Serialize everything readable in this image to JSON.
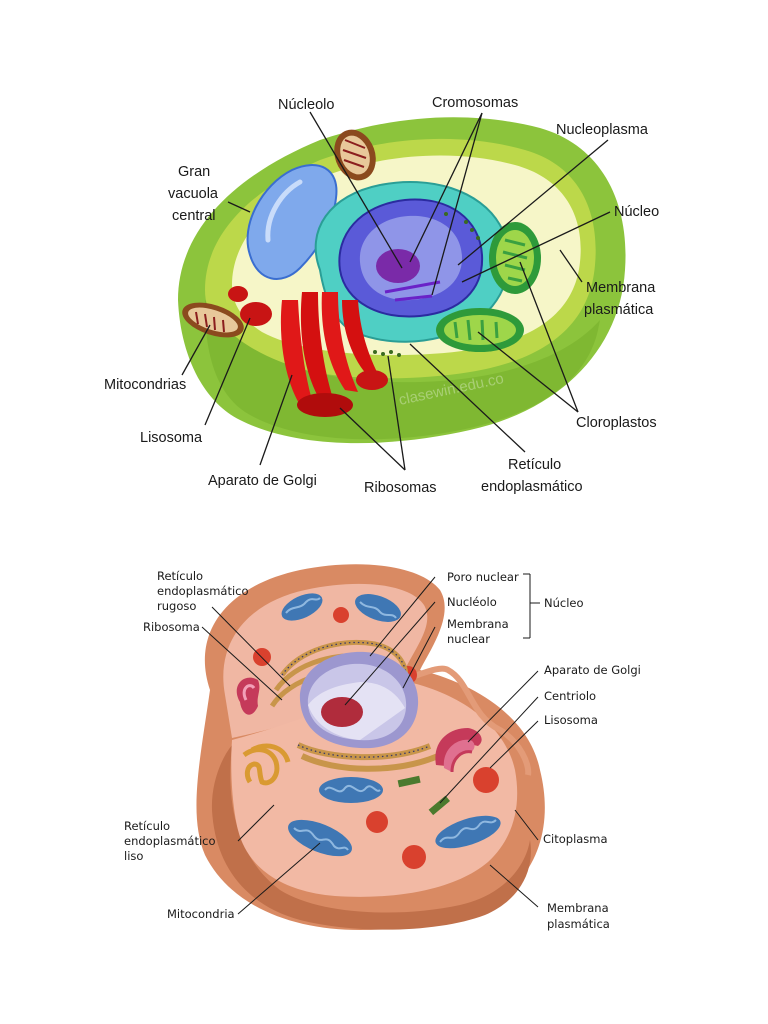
{
  "plant": {
    "labels": {
      "nucleolo": "Núcleolo",
      "cromosomas": "Cromosomas",
      "nucleoplasma": "Nucleoplasma",
      "vacuola": [
        "Gran",
        "vacuola",
        "central"
      ],
      "nucleo": "Núcleo",
      "membrana": [
        "Membrana",
        "plasmática"
      ],
      "mitocondrias": "Mitocondrias",
      "lisosoma": "Lisosoma",
      "cloroplastos": "Cloroplastos",
      "golgi": "Aparato de Golgi",
      "ribosomas": "Ribosomas",
      "reticulo": [
        "Retículo",
        "endoplasmático"
      ]
    },
    "watermark": "clasewin.edu.co",
    "colors": {
      "wall": "#8cc43c",
      "cytoplasm": "#f6f6c8",
      "vacuole": "#7fa9ec",
      "nucleus": "#5a5ad8",
      "er": "#4fcfc4",
      "golgi": "#e01818",
      "chloroplast": "#4cb848"
    }
  },
  "animal": {
    "labels": {
      "rer": [
        "Retículo",
        "endoplasmático",
        "rugoso"
      ],
      "ribosoma": "Ribosoma",
      "poro": "Poro nuclear",
      "nucleolo": "Nucléolo",
      "membrana_nuclear": [
        "Membrana",
        "nuclear"
      ],
      "nucleo": "Núcleo",
      "golgi": "Aparato de Golgi",
      "centriolo": "Centriolo",
      "lisosoma": "Lisosoma",
      "citoplasma": "Citoplasma",
      "rel": [
        "Retículo",
        "endoplasmático",
        "liso"
      ],
      "mitocondria": "Mitocondria",
      "membrana": [
        "Membrana",
        "plasmática"
      ]
    },
    "colors": {
      "membrane": "#d98a63",
      "cytoplasm": "#f2b9a4",
      "mitochondria": "#3f77b4",
      "lysosome": "#d9412e",
      "nucleus": "#c9c6e8",
      "nucleolus": "#b02c3c"
    }
  }
}
